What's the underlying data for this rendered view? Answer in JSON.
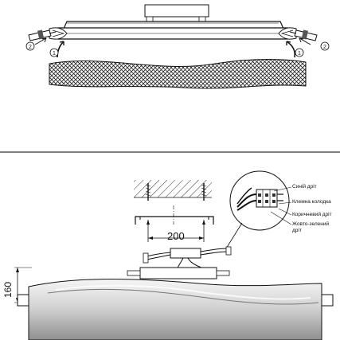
{
  "dimensions": {
    "spacing": "200",
    "height": "160"
  },
  "callouts": {
    "left_step_a": "1",
    "left_step_b": "2",
    "right_step_a": "1",
    "right_step_b": "2"
  },
  "wiring_labels": {
    "blue_wire": "Синій дріт",
    "terminal_block": "Клемна колодка",
    "brown_wire": "Коричневий дріт",
    "yellow_green_wire_line1": "Жовто-зелений",
    "yellow_green_wire_line2": "дріт"
  },
  "colors": {
    "line": "#111111",
    "separator": "#000000",
    "shade_light": "#e4e4e4",
    "shade_dark": "#9a9a9a"
  }
}
